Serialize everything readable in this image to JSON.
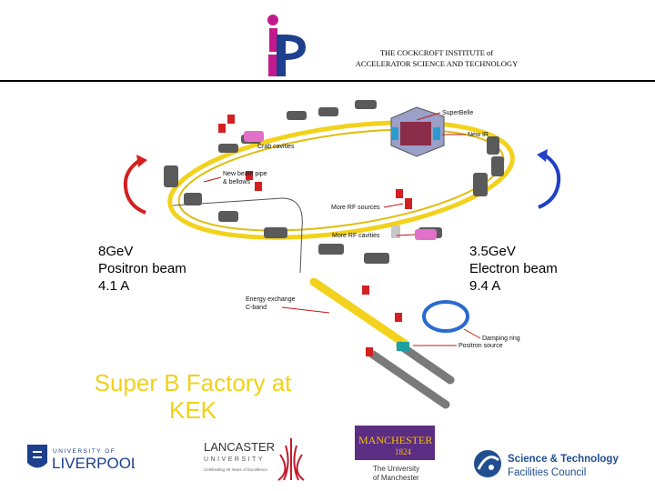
{
  "header": {
    "title_line1": "THE COCKCROFT INSTITUTE of",
    "title_line2": "ACCELERATOR SCIENCE AND TECHNOLOGY"
  },
  "beams": {
    "positron": {
      "energy": "8GeV",
      "name": "Positron beam",
      "current": "4.1 A"
    },
    "electron": {
      "energy": "3.5GeV",
      "name": "Electron beam",
      "current": "9.4 A"
    }
  },
  "caption": {
    "line1": "Super B Factory at",
    "line2": "KEK"
  },
  "diagram": {
    "callouts": {
      "superbelle": "SuperBelle",
      "new_ir": "New IR",
      "crab_cavities": "Crab cavities",
      "beam_pipe_1": "New beam pipe",
      "beam_pipe_2": "& bellows",
      "more_rf_sources": "More RF sources",
      "more_rf_cavities": "More RF cavities",
      "energy_exchange_1": "Energy exchange",
      "energy_exchange_2": "C-band",
      "damping_ring": "Damping ring",
      "positron_source": "Positron source"
    }
  },
  "logos": {
    "liverpool_top": "UNIVERSITY OF",
    "liverpool_main": "LIVERPOOL",
    "lancaster_main": "LANCASTER",
    "lancaster_sub": "UNIVERSITY",
    "lancaster_tag": "Celebrating 40 Years of Excellence",
    "manchester_main": "MANCHESTER",
    "manchester_year": "1824",
    "manchester_sub1": "The University",
    "manchester_sub2": "of Manchester",
    "stfc_line1": "Science & Technology",
    "stfc_line2": "Facilities Council"
  },
  "colors": {
    "ring": "#f2d21c",
    "positron_arrow": "#d42020",
    "electron_arrow": "#2040c8",
    "caption": "#f1d21a",
    "callout_arrow": "#c01818",
    "logo_magenta": "#c21a8c",
    "logo_blue": "#1d3f8e",
    "manchester_purple": "#5b2d83",
    "stfc_blue": "#1f4f8f"
  }
}
